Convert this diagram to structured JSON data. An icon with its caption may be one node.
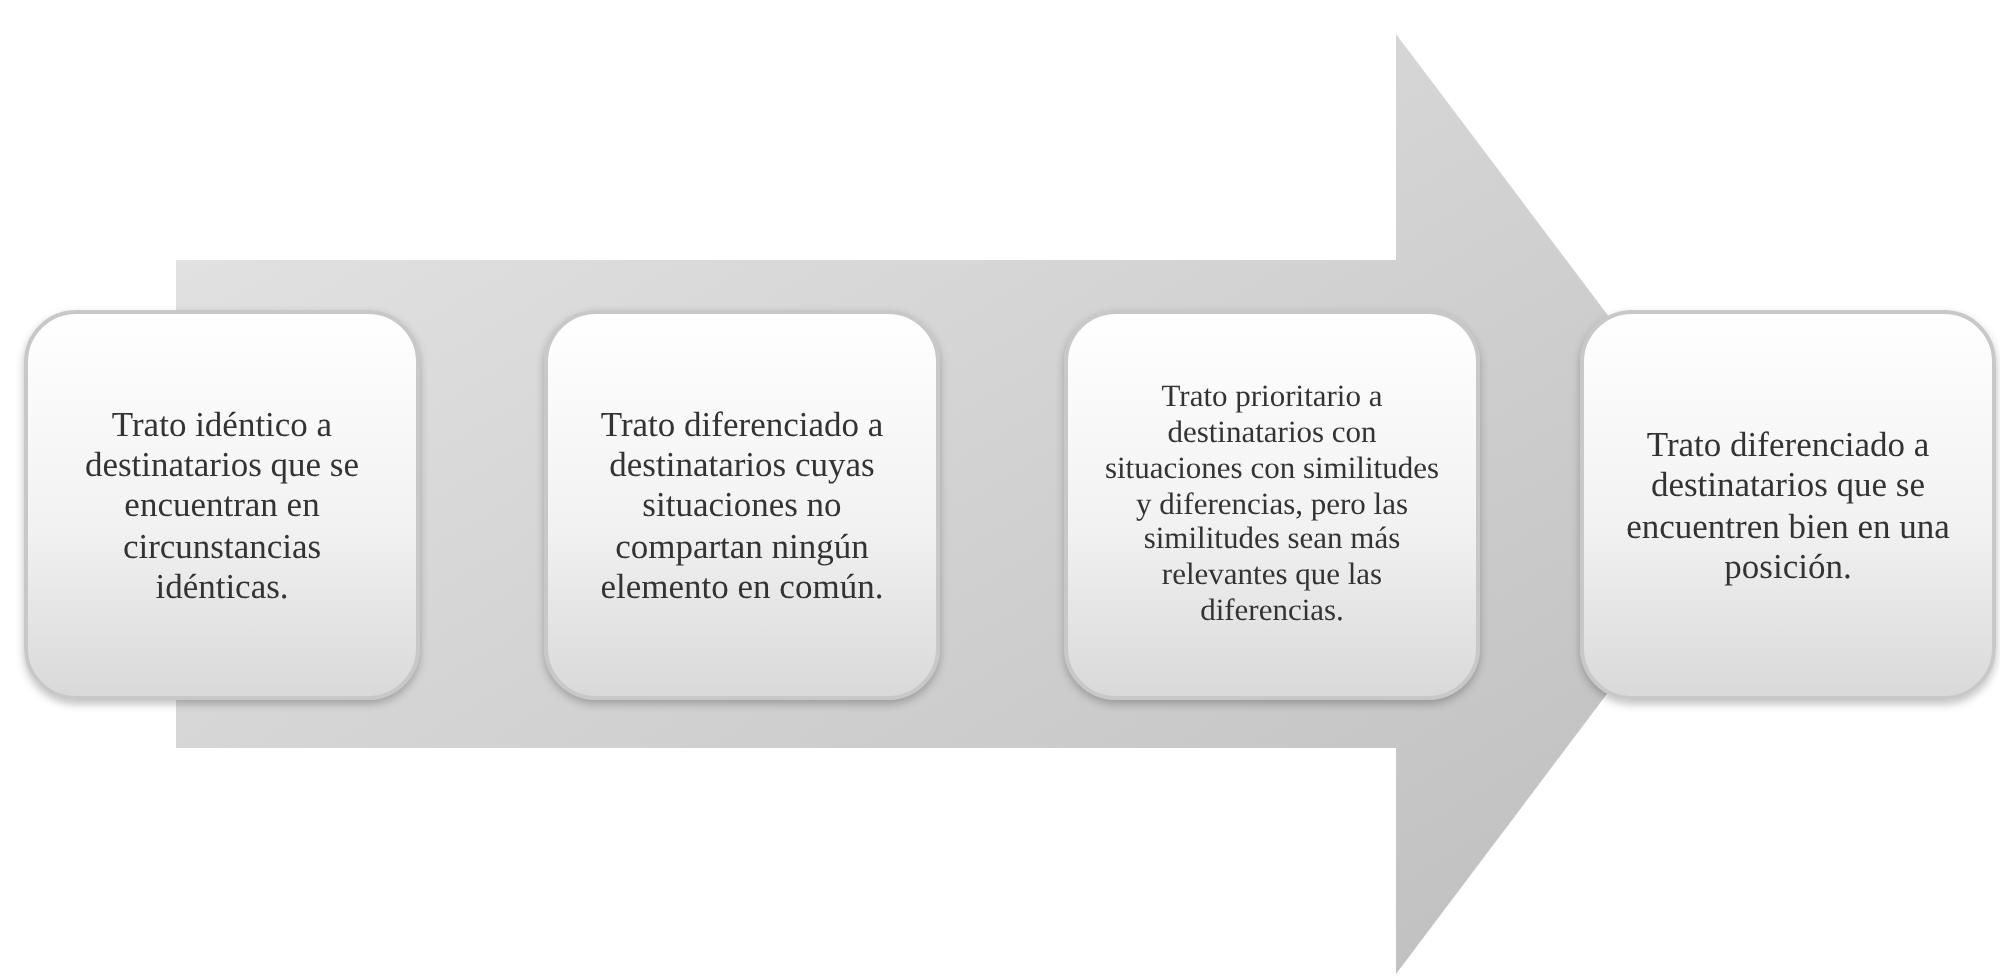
{
  "diagram": {
    "nodes": [
      {
        "text": [
          "Trato idéntico a destinatarios que se encuentran en circunstancias idénticas."
        ]
      },
      {
        "text": [
          "Trato diferenciado a destinatarios cuyas situaciones no compartan ningún elemento en común."
        ]
      },
      {
        "text": [
          "Trato prioritario a destinatarios con situaciones con similitudes y diferencias, pero las similitudes sean más relevantes que las diferencias."
        ]
      },
      {
        "text": [
          "Trato diferenciado a destinatarios que se encuentren bien en una posición."
        ]
      }
    ],
    "edges": [
      {
        "from": 0,
        "to": 3,
        "arrow": "to"
      }
    ]
  }
}
